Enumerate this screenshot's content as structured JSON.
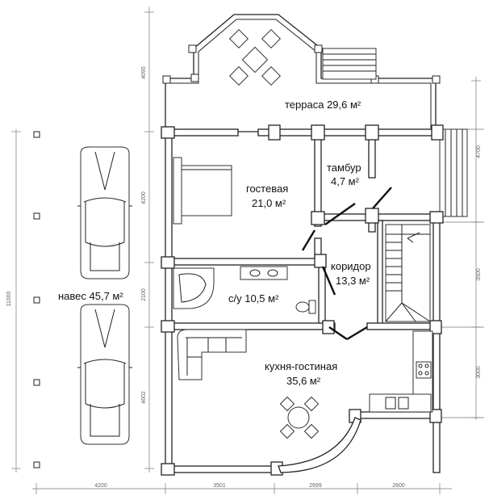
{
  "rooms": [
    {
      "id": "terrace",
      "name": "терраса",
      "area": "29,6 м²",
      "combined": "терраса 29,6 м²"
    },
    {
      "id": "guest",
      "name": "гостевая",
      "area": "21,0 м²"
    },
    {
      "id": "vestibule",
      "name": "тамбур",
      "area": "4,7 м²"
    },
    {
      "id": "corridor",
      "name": "коридор",
      "area": "13,3 м²"
    },
    {
      "id": "bathroom",
      "name": "с/у",
      "area": "10,5 м²",
      "combined": "с/у 10,5 м²"
    },
    {
      "id": "kitchen",
      "name": "кухня-гостиная",
      "area": "35,6 м²"
    },
    {
      "id": "carport",
      "name": "навес",
      "area": "45,7 м²",
      "combined": "навес 45,7 м²"
    }
  ],
  "dimensions": {
    "bottom": [
      "4200",
      "3501",
      "2699",
      "2600"
    ],
    "left_total": "11000",
    "left": [
      "4095",
      "4200",
      "2100",
      "4602"
    ],
    "right": [
      "4700",
      "3500",
      "3000"
    ]
  }
}
